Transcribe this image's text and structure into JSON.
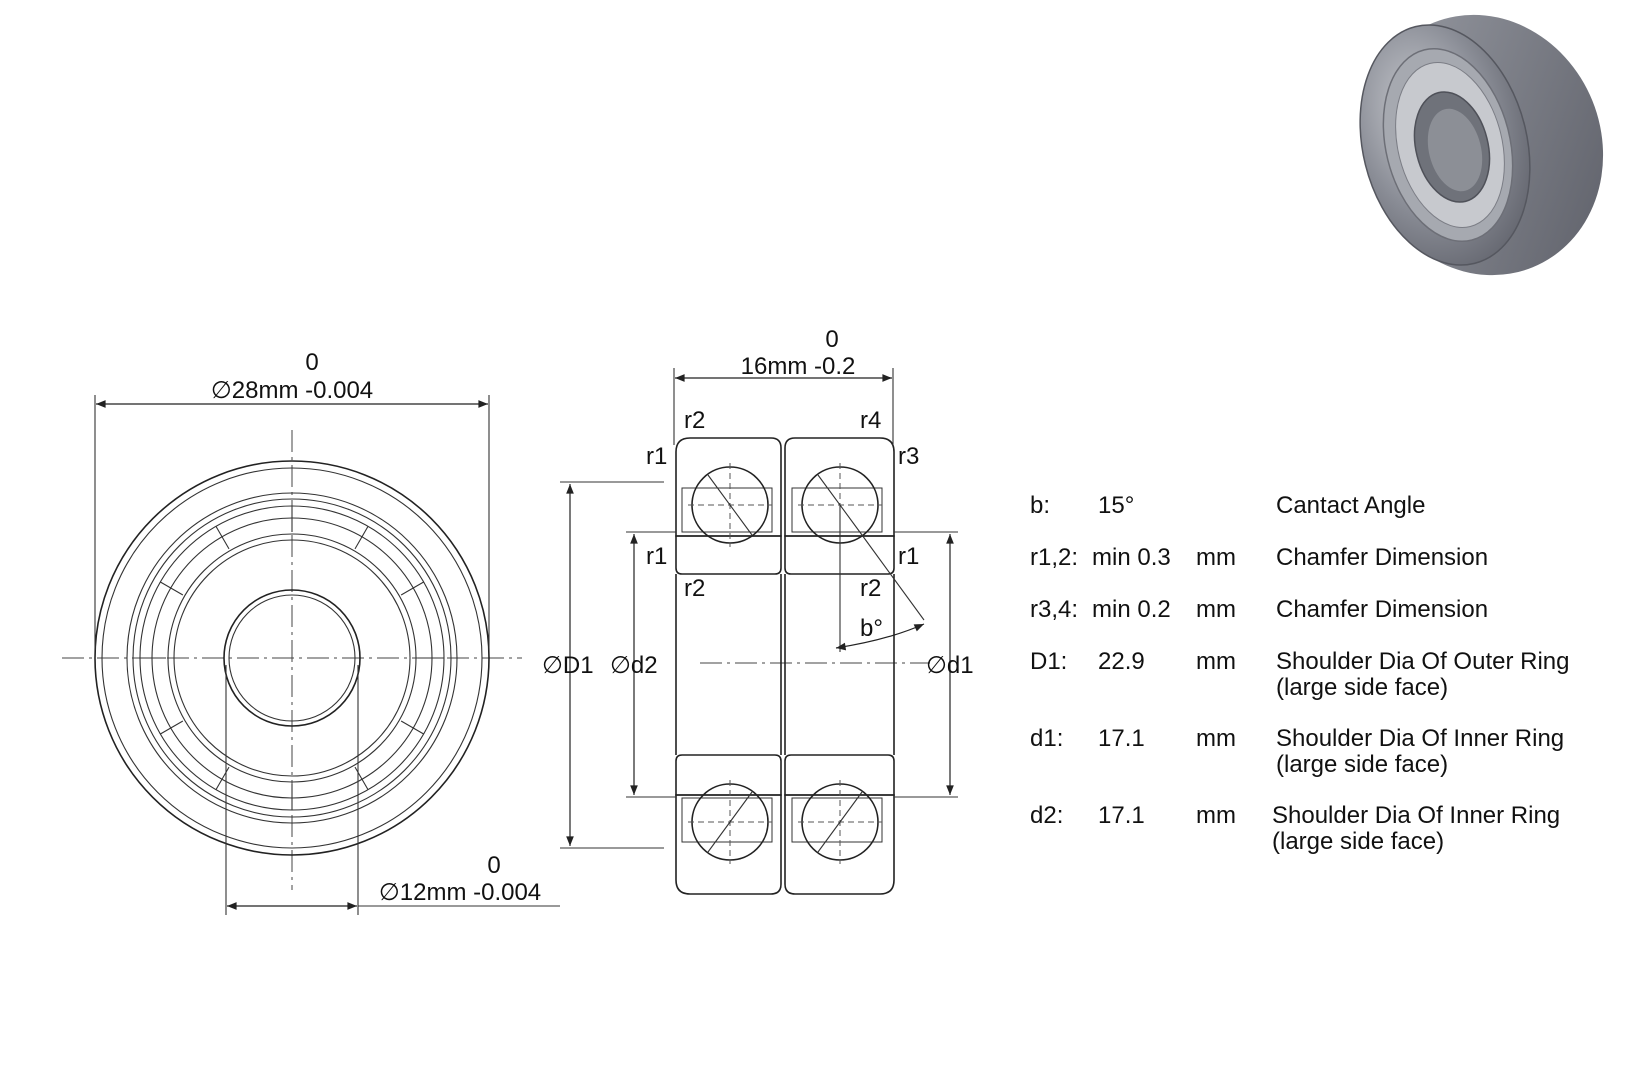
{
  "front_view": {
    "outer_dia_label": "∅28mm -0.004",
    "outer_dia_tol_upper": "0",
    "bore_dia_label": "∅12mm -0.004",
    "bore_dia_tol_upper": "0"
  },
  "section_view": {
    "width_label": "16mm -0.2",
    "width_tol_upper": "0",
    "labels": {
      "r1": "r1",
      "r2": "r2",
      "r3": "r3",
      "r4": "r4",
      "b": "b°",
      "D1": "∅D1",
      "d2": "∅d2",
      "d1": "∅d1"
    }
  },
  "spec_table": [
    {
      "symbol": "b:",
      "value": "15°",
      "unit": "",
      "description": "Cantact Angle",
      "description_2": ""
    },
    {
      "symbol": "r1,2:",
      "value": "min 0.3",
      "unit": "mm",
      "description": "Chamfer Dimension",
      "description_2": ""
    },
    {
      "symbol": "r3,4:",
      "value": "min 0.2",
      "unit": "mm",
      "description": "Chamfer Dimension",
      "description_2": ""
    },
    {
      "symbol": "D1:",
      "value": "22.9",
      "unit": "mm",
      "description": "Shoulder Dia Of Outer Ring",
      "description_2": "(large side face)"
    },
    {
      "symbol": "d1:",
      "value": "17.1",
      "unit": "mm",
      "description": "Shoulder Dia Of Inner Ring",
      "description_2": "(large side face)"
    },
    {
      "symbol": "d2:",
      "value": "17.1",
      "unit": "mm",
      "description": "Shoulder Dia Of Inner Ring",
      "description_2": "(large side face)"
    }
  ],
  "colors": {
    "line": "#222222",
    "bearing_body": "#8a8d95",
    "bearing_highlight": "#c8cacf"
  }
}
